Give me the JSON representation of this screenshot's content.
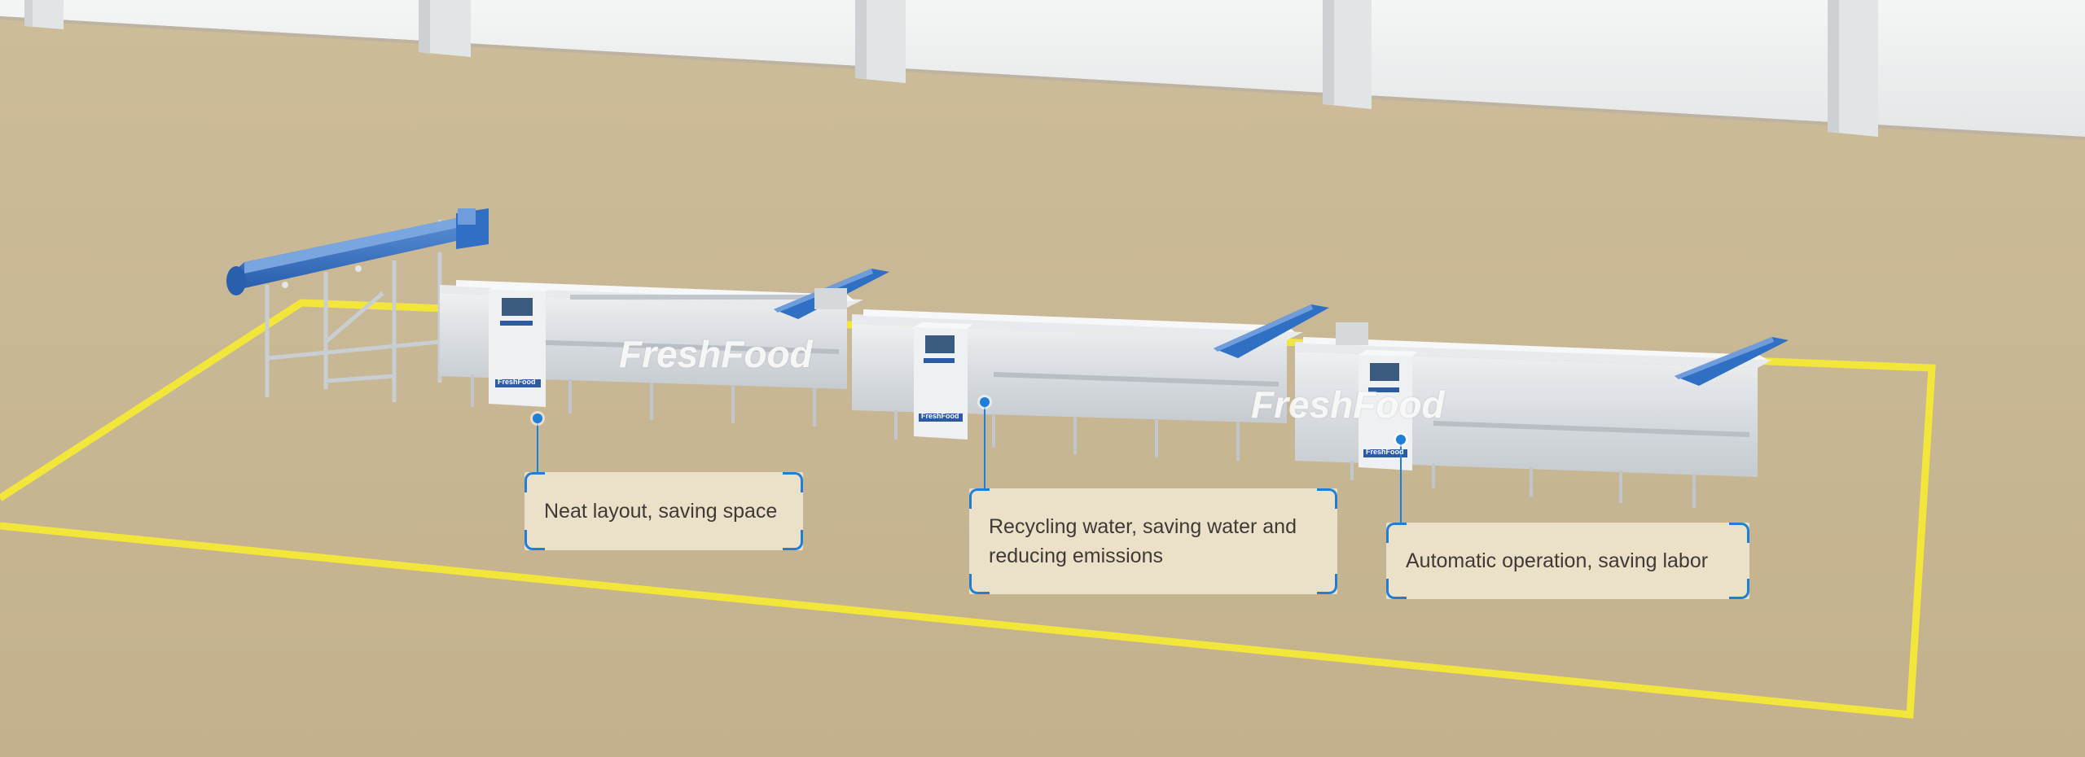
{
  "watermarks": [
    "FreshFood",
    "FreshFood"
  ],
  "callouts": [
    {
      "text": "Neat layout, saving space"
    },
    {
      "text": "Recycling water, saving water and reducing emissions"
    },
    {
      "text": "Automatic operation, saving labor"
    }
  ],
  "panel_labels": [
    "FreshFood",
    "FreshFood",
    "FreshFood"
  ],
  "colors": {
    "floor": "#c7b694",
    "wall": "#eef0f0",
    "floor_line": "#f2e63a",
    "accent_blue": "#1f7fd8",
    "conveyor_blue": "#2f6fc4",
    "steel": "#d9dde0"
  }
}
